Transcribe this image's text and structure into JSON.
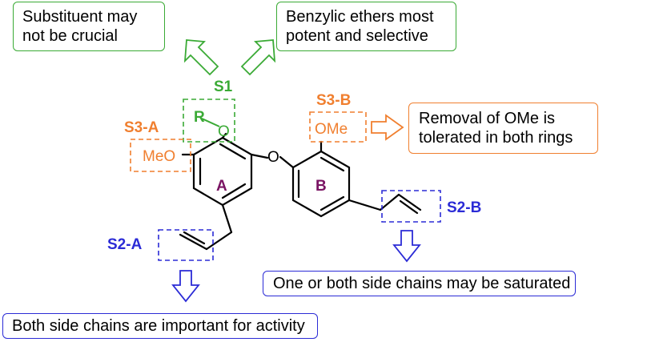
{
  "colors": {
    "green": "#3aaa35",
    "orange": "#f07f2f",
    "blue": "#2b2bd6",
    "purple": "#7a1463",
    "bond": "#000000"
  },
  "callouts": {
    "s1_left_line1": "Substituent may",
    "s1_left_line2": "not be crucial",
    "s1_right_line1": "Benzylic ethers most",
    "s1_right_line2": "potent and selective",
    "s3b_line1": "Removal of OMe is",
    "s3b_line2": "tolerated in both rings",
    "s2b_text": "One or both side chains may be saturated",
    "s2a_text": "Both side chains are important for activity"
  },
  "labels": {
    "s1": "S1",
    "s3a": "S3-A",
    "s3b": "S3-B",
    "s2a": "S2-A",
    "s2b": "S2-B"
  },
  "molecule": {
    "ring_a": "A",
    "ring_b": "B",
    "r_group": "R",
    "ether_o_s1": "O",
    "bridge_o": "O",
    "meo": "MeO",
    "ome": "OMe"
  },
  "icons": [
    "hollow-arrow-up-left-icon",
    "hollow-arrow-up-right-icon",
    "hollow-arrow-right-icon",
    "hollow-arrow-down-icon"
  ]
}
